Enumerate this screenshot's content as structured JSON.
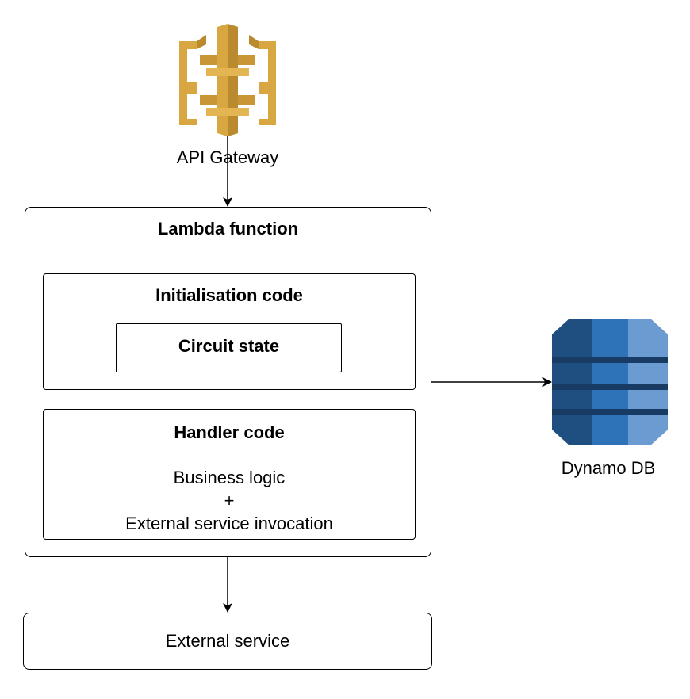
{
  "nodes": {
    "api_gateway": {
      "label": "API Gateway",
      "icon": "api-gateway-icon",
      "color": "#D9A741"
    },
    "lambda": {
      "title": "Lambda function"
    },
    "init_code": {
      "title": "Initialisation code"
    },
    "circuit_state": {
      "title": "Circuit state"
    },
    "handler_code": {
      "title": "Handler code",
      "line1": "Business logic",
      "line2": "+",
      "line3": "External service invocation"
    },
    "dynamo_db": {
      "label": "Dynamo DB",
      "icon": "dynamodb-icon",
      "color": "#2E73B8"
    },
    "external_service": {
      "title": "External service"
    }
  },
  "edges": [
    {
      "from": "api_gateway",
      "to": "lambda"
    },
    {
      "from": "lambda",
      "to": "dynamo_db"
    },
    {
      "from": "lambda",
      "to": "external_service"
    }
  ]
}
